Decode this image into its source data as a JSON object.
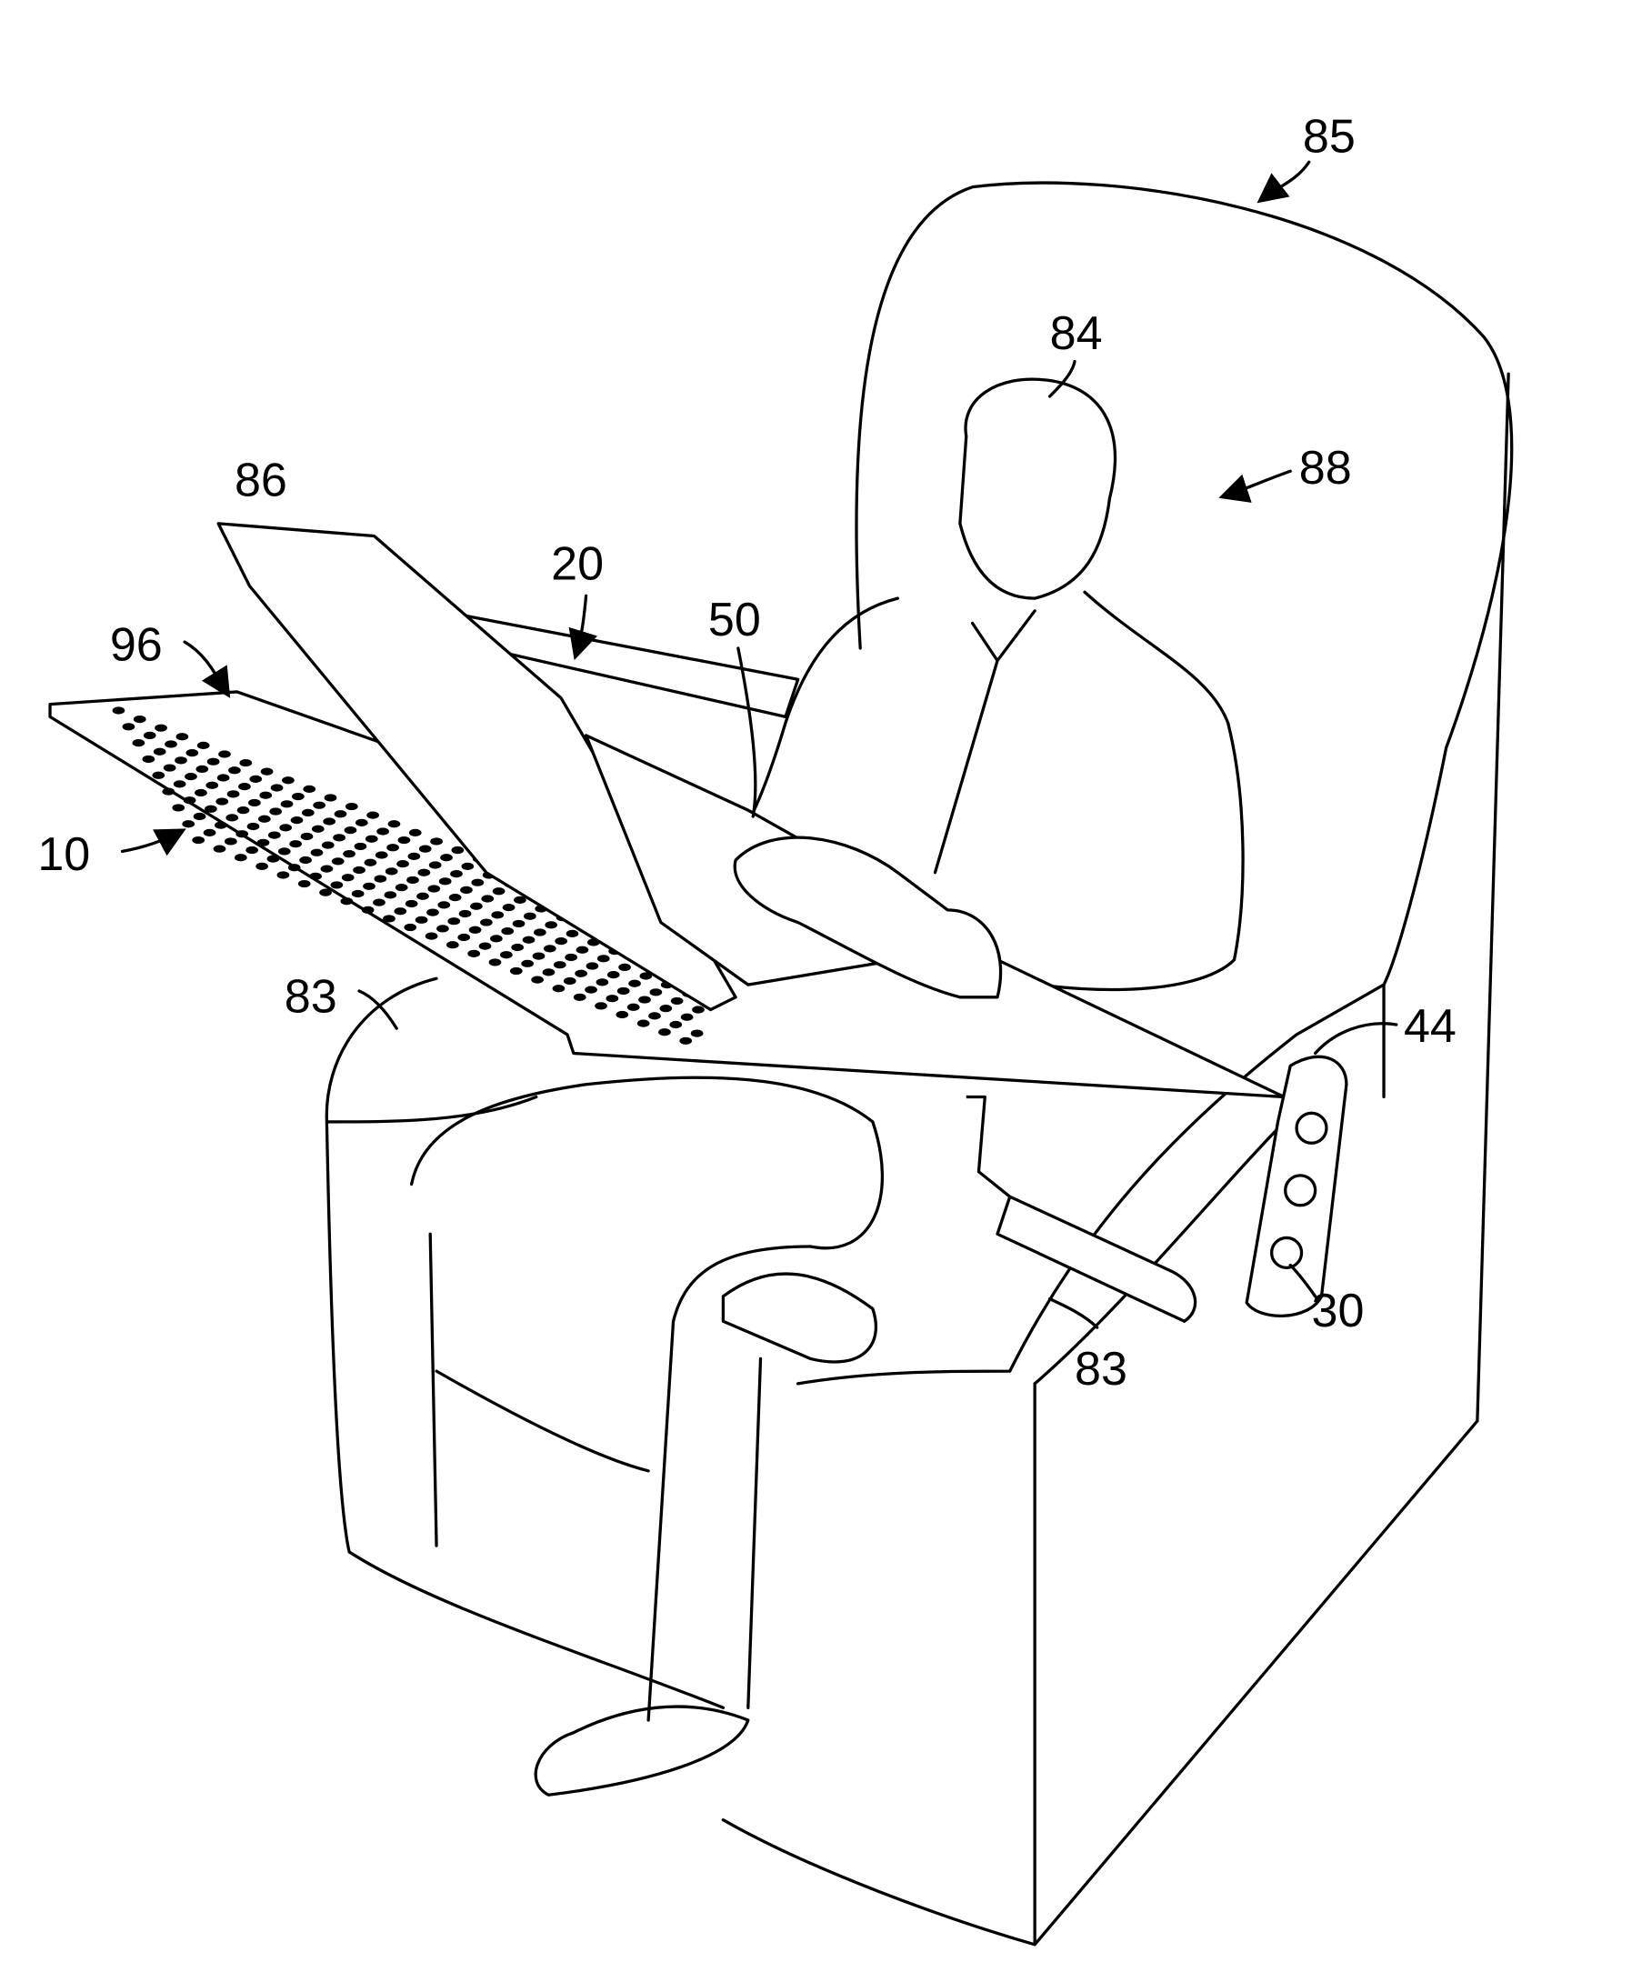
{
  "figure": {
    "labels": [
      {
        "id": "seat",
        "text": "85"
      },
      {
        "id": "passenger",
        "text": "84"
      },
      {
        "id": "seatback",
        "text": "88"
      },
      {
        "id": "laptop",
        "text": "86"
      },
      {
        "id": "arm",
        "text": "20"
      },
      {
        "id": "keyboard",
        "text": "50"
      },
      {
        "id": "vents",
        "text": "96"
      },
      {
        "id": "tray",
        "text": "10"
      },
      {
        "id": "armrest-left",
        "text": "83"
      },
      {
        "id": "pivot",
        "text": "44"
      },
      {
        "id": "buttons",
        "text": "30"
      },
      {
        "id": "armrest-right",
        "text": "83"
      }
    ],
    "colors": {
      "ink": "#000000",
      "paper": "#ffffff"
    }
  }
}
